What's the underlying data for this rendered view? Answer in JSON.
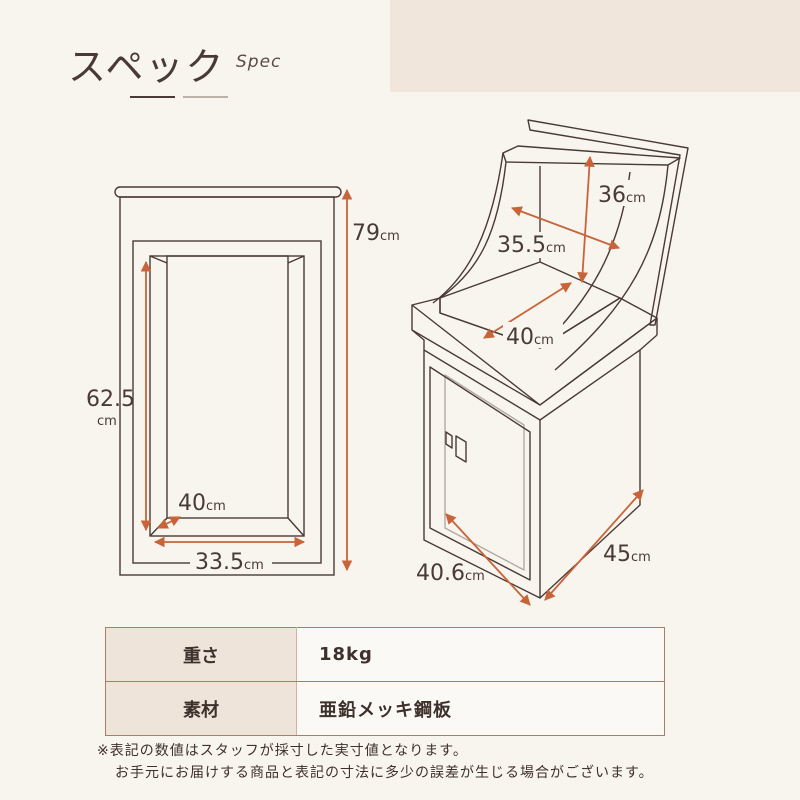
{
  "header": {
    "title": "スペック",
    "subtitle": "Spec"
  },
  "dimensions": {
    "front": {
      "height_total": {
        "value": "79",
        "unit": "cm"
      },
      "height_inner": {
        "value": "62.5",
        "unit": "cm"
      },
      "depth_inner": {
        "value": "40",
        "unit": "cm"
      },
      "width_inner": {
        "value": "33.5",
        "unit": "cm"
      }
    },
    "perspective": {
      "top_height": {
        "value": "36",
        "unit": "cm"
      },
      "top_width": {
        "value": "35.5",
        "unit": "cm"
      },
      "top_depth": {
        "value": "40",
        "unit": "cm"
      },
      "base_depth": {
        "value": "40.6",
        "unit": "cm"
      },
      "base_width": {
        "value": "45",
        "unit": "cm"
      }
    }
  },
  "specs": [
    {
      "key": "重さ",
      "value": "18kg"
    },
    {
      "key": "素材",
      "value": "亜鉛メッキ鋼板"
    }
  ],
  "notes": {
    "line1": "※表記の数値はスタッフが採寸した実寸値となります。",
    "line2": "お手元にお届けする商品と表記の寸法に多少の誤差が生じる場合がございます。"
  },
  "colors": {
    "background": "#f8f5ef",
    "accent_band": "#f0e6dc",
    "arrow": "#c8643a",
    "line": "#4a3a35"
  }
}
